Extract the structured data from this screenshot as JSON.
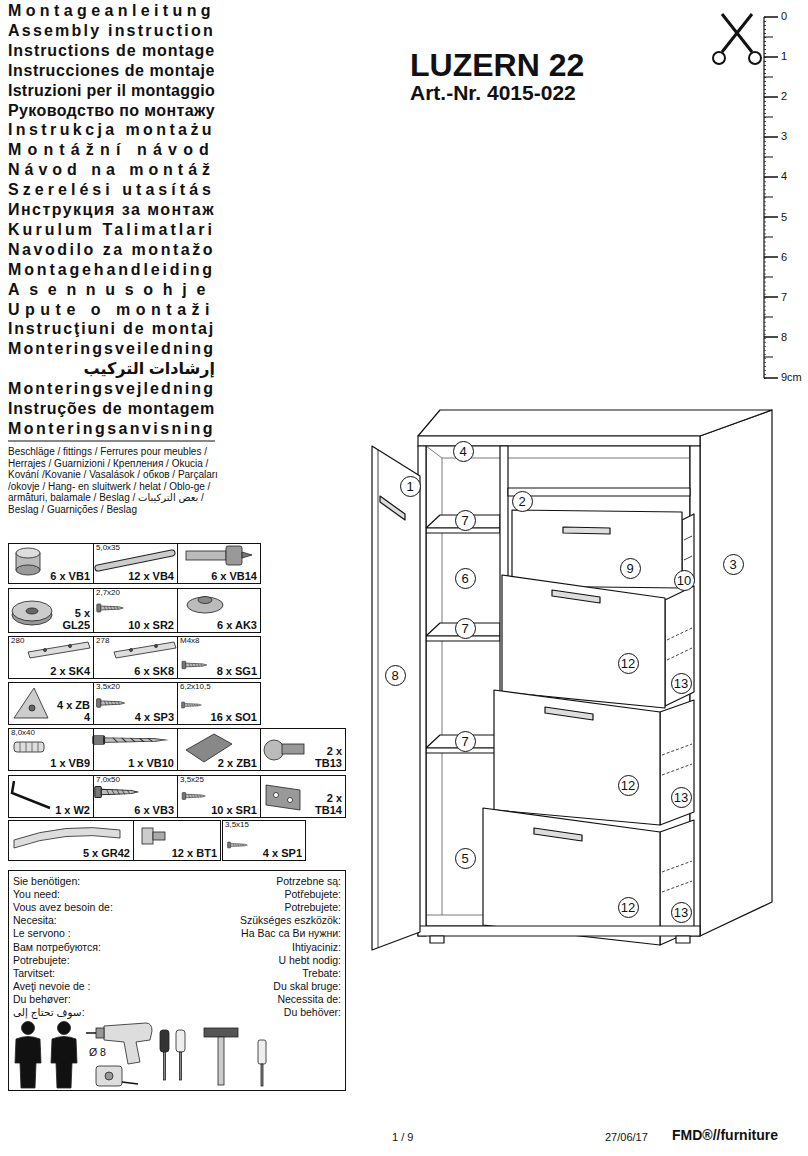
{
  "diagram": {
    "title": "LUZERN 22",
    "nodes": [
      {
        "text": [
          "6 x VB1"
        ]
      },
      {
        "text": [
          "5,0x35",
          "12 x VB4"
        ]
      },
      {
        "text": [
          "6 x VB14"
        ]
      },
      {
        "text": [
          "5 x GL25"
        ]
      },
      {
        "text": [
          "2,7x20",
          "10 x SR2"
        ]
      },
      {
        "text": [
          "6 x AK3"
        ]
      },
      {
        "text": [
          "280",
          "2 x SK4"
        ]
      },
      {
        "text": [
          "278",
          "6 x SK8"
        ]
      },
      {
        "text": [
          "M4x8",
          "8 x SG1"
        ]
      },
      {
        "text": [
          "4 x ZB 4"
        ]
      },
      {
        "text": [
          "3,5x20",
          "4 x SP3"
        ]
      },
      {
        "text": [
          "6,2x10,5",
          "16 x SO1"
        ]
      },
      {
        "text": [
          "8,0x40",
          "1 x VB9"
        ]
      },
      {
        "text": [
          "1 x VB10"
        ]
      },
      {
        "text": [
          "2 x ZB1"
        ]
      },
      {
        "text": [
          "2 x TB13"
        ]
      },
      {
        "text": [
          "1 x W2"
        ]
      },
      {
        "text": [
          "7,0x50",
          "6 x VB3"
        ]
      },
      {
        "text": [
          "3,5x25",
          "10 x SR1"
        ]
      },
      {
        "text": [
          "2 x TB14"
        ]
      },
      {
        "text": [
          "5 x GR42"
        ]
      },
      {
        "text": [
          "12 x BT1"
        ]
      },
      {
        "text": [
          "3,5x15",
          "4 x SP1"
        ]
      },
      {
        "text": [
          "Sie benötigen:",
          "You need:",
          "Vous avez besoin de:",
          "Necesita:",
          "Le servono :",
          "Вам потребуются:",
          "Potrebujete:",
          "Tarvitset:",
          "Aveţi nevoie de :",
          "Du behøver:",
          "سوف تحتاج إلى:",
          "Potrzebne są:",
          "Potřebujete:",
          "Potrebujete:",
          "Szükséges eszközök:",
          "На Вас са Ви нужни:",
          "Ihtiyaciniz:",
          "U hebt nodig:",
          "Trebate:",
          "Du skal bruge:",
          "Necessita de:",
          "Du behöver:",
          "Ø 8"
        ]
      },
      {
        "text": [
          "4"
        ]
      },
      {
        "text": [
          "1"
        ]
      },
      {
        "text": [
          "2"
        ]
      },
      {
        "text": [
          "7"
        ]
      },
      {
        "text": [
          "3"
        ]
      },
      {
        "text": [
          "9"
        ]
      },
      {
        "text": [
          "6"
        ]
      },
      {
        "text": [
          "10"
        ]
      },
      {
        "text": [
          "7"
        ]
      },
      {
        "text": [
          "12"
        ]
      },
      {
        "text": [
          "8"
        ]
      },
      {
        "text": [
          "13"
        ]
      },
      {
        "text": [
          "7"
        ]
      },
      {
        "text": [
          "12"
        ]
      },
      {
        "text": [
          "13"
        ]
      },
      {
        "text": [
          "5"
        ]
      },
      {
        "text": [
          "12"
        ]
      },
      {
        "text": [
          "13"
        ]
      }
    ],
    "labels": [
      "Montageanleitung",
      "Assembly instruction",
      "Instructions de montage",
      "Instrucciones de montaje",
      "Istruzioni per il montaggio",
      "Руководство по монтажу",
      "Instrukcja montażu",
      "Montážní návod",
      "Návod na montáž",
      "Szerelési utasítás",
      "Инструкция за монтаж",
      "Kurulum Talimatlari",
      "Navodilo za montažo",
      "Montagehandleiding",
      "Asennusohje",
      "Upute o montaži",
      "Instrucţiuni de montaj",
      "Monteringsveiledning",
      "إرشادات التركيب",
      "Monteringsvejledning",
      "Instruções de montagem",
      "Monteringsanvisning",
      "Beschläge / fittings / Ferrures pour meubles / Herrajes / Guarnizioni / Крепления / Okucia / Kování /Kovanie / Vasalások / обков / Parçaları /okovje / Hang- en sluitwerk / helat / Oblo-ge / armături, balamale / Beslag / بعض التركيبات / Beslag / Guarnições / Beslag",
      "Art.-Nr. 4015-022",
      "0",
      "1",
      "2",
      "3",
      "4",
      "5",
      "6",
      "7",
      "8",
      "9cm",
      "1 / 9",
      "27/06/17",
      "FMD®//furniture"
    ]
  }
}
